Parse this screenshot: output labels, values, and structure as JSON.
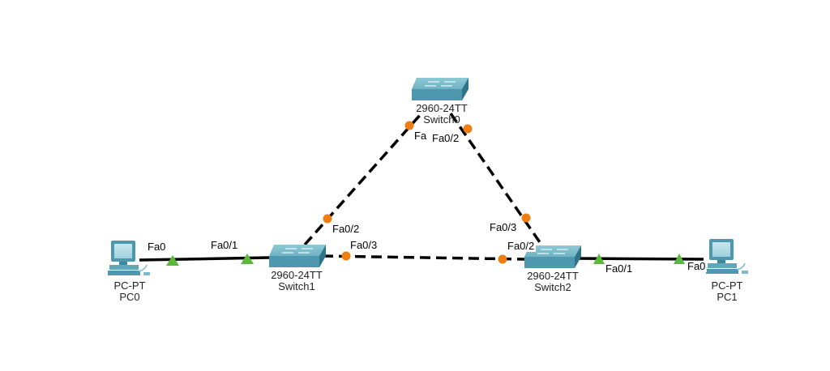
{
  "devices": {
    "switch0": {
      "model": "2960-24TT",
      "name": "Switch0"
    },
    "switch1": {
      "model": "2960-24TT",
      "name": "Switch1"
    },
    "switch2": {
      "model": "2960-24TT",
      "name": "Switch2"
    },
    "pc0": {
      "model": "PC-PT",
      "name": "PC0"
    },
    "pc1": {
      "model": "PC-PT",
      "name": "PC1"
    }
  },
  "ports": {
    "pc0_fa0": "Fa0",
    "sw1_fa01": "Fa0/1",
    "sw1_fa02": "Fa0/2",
    "sw1_fa03": "Fa0/3",
    "sw0_fa01": "Fa",
    "sw0_fa02": "Fa0/2",
    "sw2_fa03": "Fa0/3",
    "sw2_fa02": "Fa0/2",
    "sw2_fa01": "Fa0/1",
    "pc1_fa0": "Fa0"
  },
  "link_status_colors": {
    "up": "#5cb83a",
    "blocking": "#f07d12"
  },
  "links": [
    {
      "from": "PC0 Fa0",
      "to": "Switch1 Fa0/1",
      "type": "straight",
      "status": "up"
    },
    {
      "from": "Switch1 Fa0/2",
      "to": "Switch0 Fa",
      "type": "crossover",
      "status": "blocking"
    },
    {
      "from": "Switch0 Fa0/2",
      "to": "Switch2 Fa0/3",
      "type": "crossover",
      "status": "blocking"
    },
    {
      "from": "Switch1 Fa0/3",
      "to": "Switch2 Fa0/2",
      "type": "crossover",
      "status": "blocking"
    },
    {
      "from": "Switch2 Fa0/1",
      "to": "PC1 Fa0",
      "type": "straight",
      "status": "up"
    }
  ]
}
